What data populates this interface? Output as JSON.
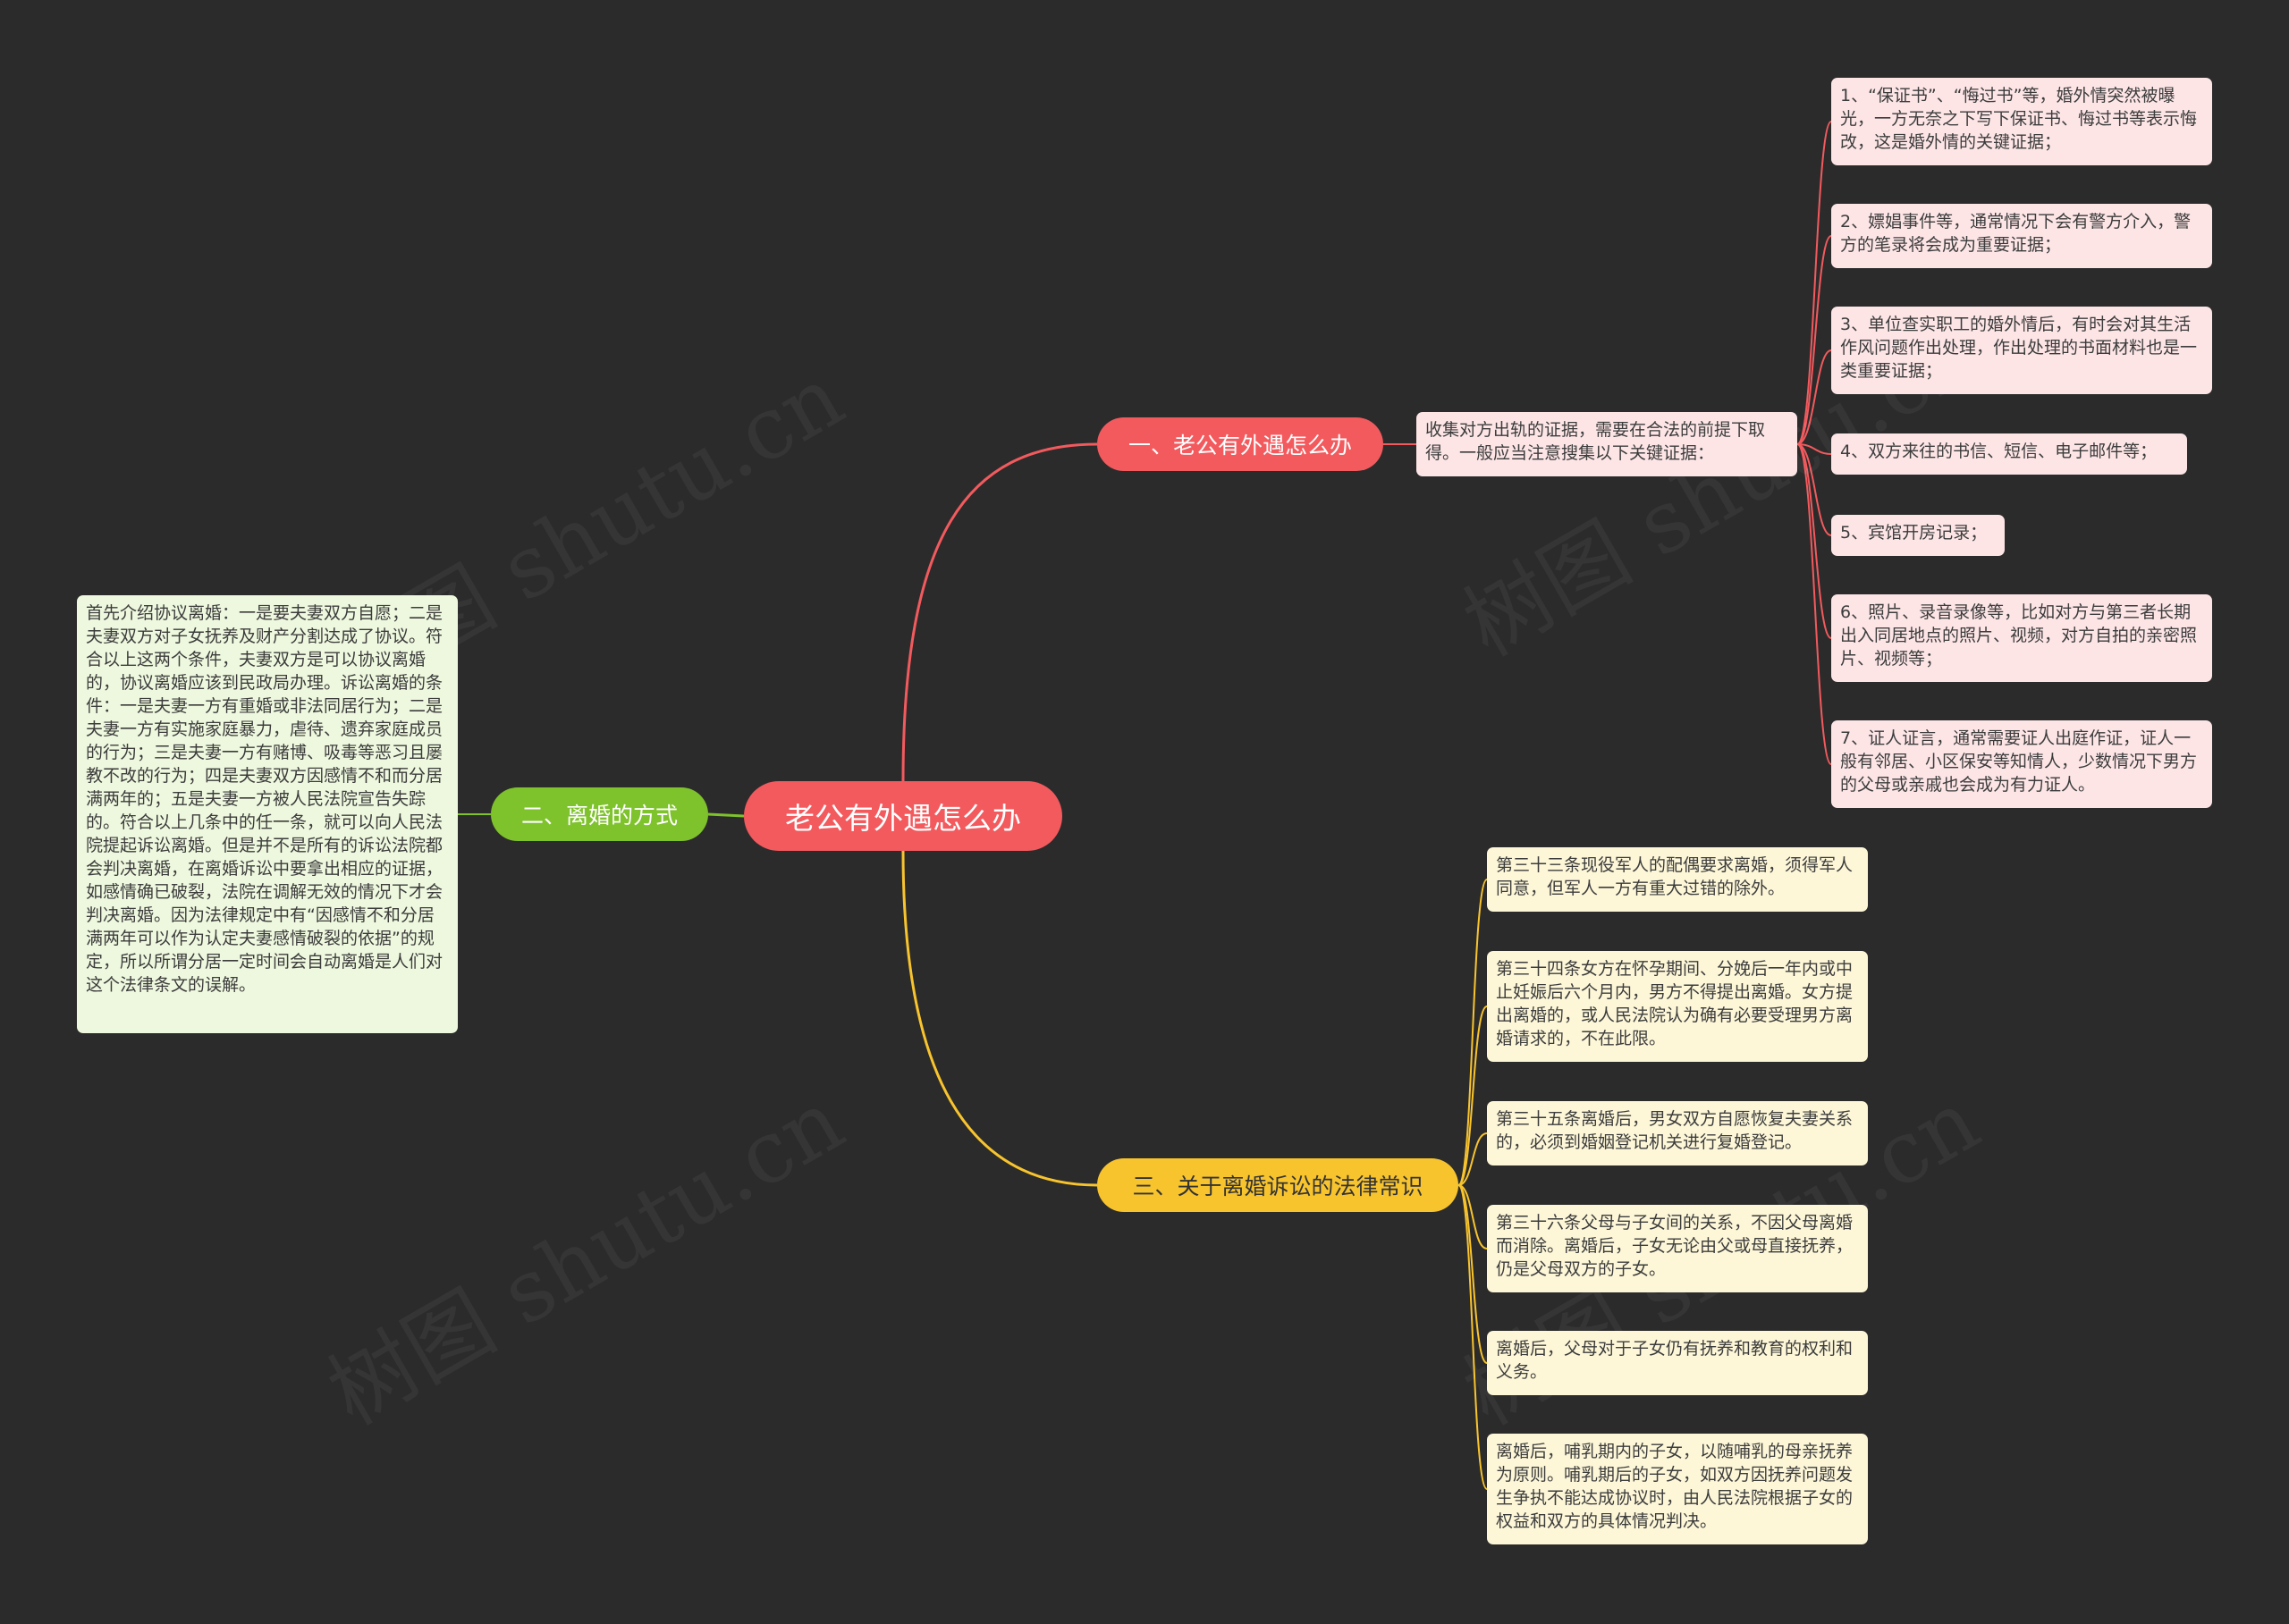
{
  "root": {
    "label": "老公有外遇怎么办"
  },
  "branches": [
    {
      "label": "一、老公有外遇怎么办",
      "intro": "收集对方出轨的证据，需要在合法的前提下取得。一般应当注意搜集以下关键证据：",
      "items": [
        "1、“保证书”、“悔过书”等，婚外情突然被曝光，一方无奈之下写下保证书、悔过书等表示悔改，这是婚外情的关键证据；",
        "2、嫖娼事件等，通常情况下会有警方介入，警方的笔录将会成为重要证据；",
        "3、单位查实职工的婚外情后，有时会对其生活作风问题作出处理，作出处理的书面材料也是一类重要证据；",
        "4、双方来往的书信、短信、电子邮件等；",
        "5、宾馆开房记录；",
        "6、照片、录音录像等，比如对方与第三者长期出入同居地点的照片、视频，对方自拍的亲密照片、视频等；",
        "7、证人证言，通常需要证人出庭作证，证人一般有邻居、小区保安等知情人，少数情况下男方的父母或亲戚也会成为有力证人。"
      ]
    },
    {
      "label": "二、离婚的方式",
      "items": [
        "首先介绍协议离婚：一是要夫妻双方自愿；二是夫妻双方对子女抚养及财产分割达成了协议。符合以上这两个条件，夫妻双方是可以协议离婚的，协议离婚应该到民政局办理。诉讼离婚的条件：一是夫妻一方有重婚或非法同居行为；二是夫妻一方有实施家庭暴力，虐待、遗弃家庭成员的行为；三是夫妻一方有赌博、吸毒等恶习且屡教不改的行为；四是夫妻双方因感情不和而分居满两年的；五是夫妻一方被人民法院宣告失踪的。符合以上几条中的任一条，就可以向人民法院提起诉讼离婚。但是并不是所有的诉讼法院都会判决离婚，在离婚诉讼中要拿出相应的证据，如感情确已破裂，法院在调解无效的情况下才会判决离婚。因为法律规定中有“因感情不和分居满两年可以作为认定夫妻感情破裂的依据”的规定，所以所谓分居一定时间会自动离婚是人们对这个法律条文的误解。"
      ]
    },
    {
      "label": "三、关于离婚诉讼的法律常识",
      "items": [
        "第三十三条现役军人的配偶要求离婚，须得军人同意，但军人一方有重大过错的除外。",
        "第三十四条女方在怀孕期间、分娩后一年内或中止妊娠后六个月内，男方不得提出离婚。女方提出离婚的，或人民法院认为确有必要受理男方离婚请求的，不在此限。",
        "第三十五条离婚后，男女双方自愿恢复夫妻关系的，必须到婚姻登记机关进行复婚登记。",
        "第三十六条父母与子女间的关系，不因父母离婚而消除。离婚后，子女无论由父或母直接抚养，仍是父母双方的子女。",
        "离婚后，父母对于子女仍有抚养和教育的权利和义务。",
        "离婚后，哺乳期内的子女，以随哺乳的母亲抚养为原则。哺乳期后的子女，如双方因抚养问题发生争执不能达成协议时，由人民法院根据子女的权益和双方的具体情况判决。"
      ]
    }
  ],
  "colors": {
    "background": "#2b2b2b",
    "branch1": "#f25a5e",
    "branch2": "#7ec22c",
    "branch3": "#f8c42e",
    "card_pink": "#fde5e6",
    "card_cream": "#fdf7d8",
    "card_green": "#eef8de"
  }
}
